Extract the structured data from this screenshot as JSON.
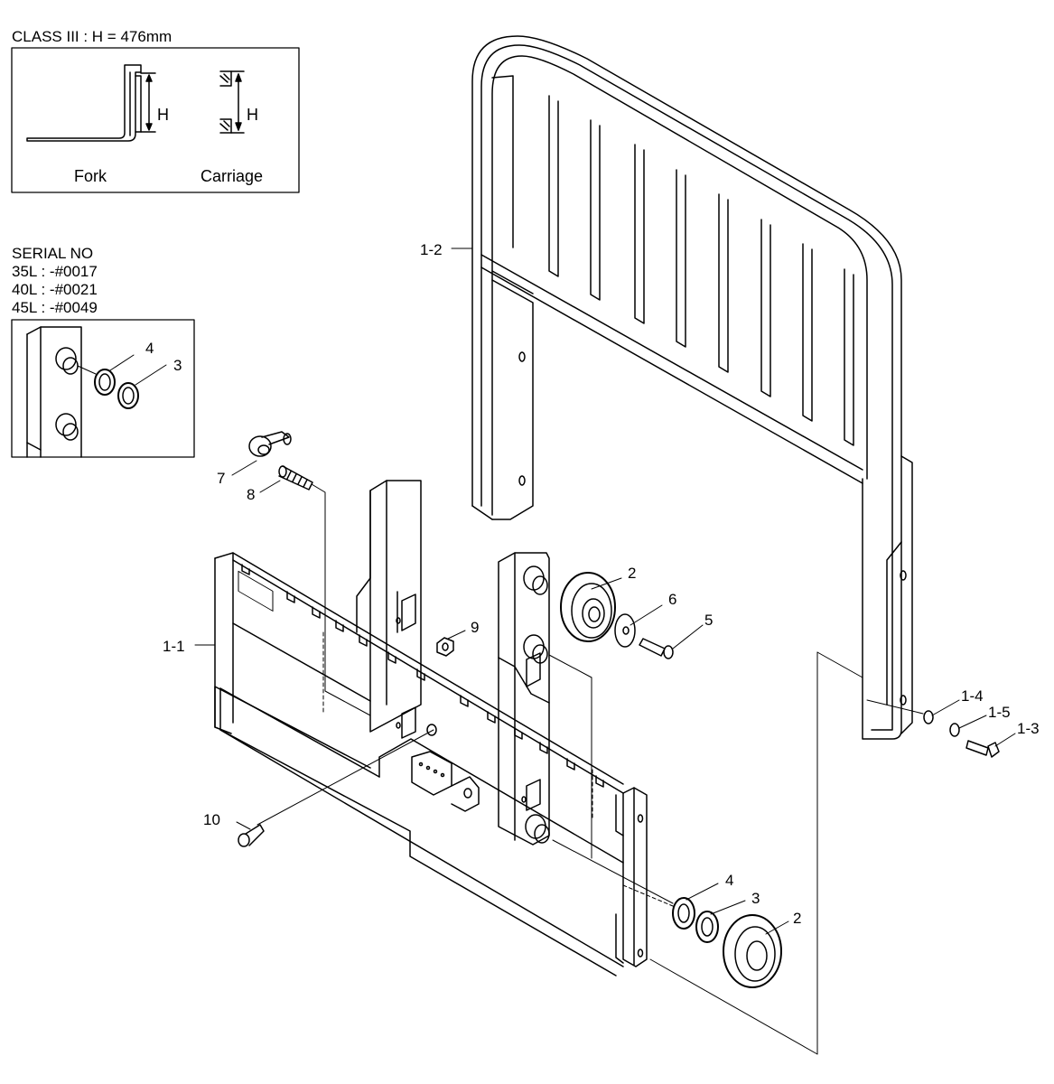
{
  "header": {
    "class_spec": "CLASS III : H = 476mm"
  },
  "inset_class": {
    "fork_label": "Fork",
    "carriage_label": "Carriage",
    "h_label_fork": "H",
    "h_label_carriage": "H"
  },
  "serial": {
    "title": "SERIAL NO",
    "lines": [
      "35L : -#0017",
      "40L : -#0021",
      "45L : -#0049"
    ]
  },
  "inset_serial": {
    "callout_a": "4",
    "callout_b": "3"
  },
  "callouts": {
    "c1_2": "1-2",
    "c1_1": "1-1",
    "c7": "7",
    "c8": "8",
    "c9": "9",
    "c10": "10",
    "c2_top": "2",
    "c6": "6",
    "c5": "5",
    "c1_4": "1-4",
    "c1_5": "1-5",
    "c1_3": "1-3",
    "c4_bot": "4",
    "c3_bot": "3",
    "c2_bot": "2"
  }
}
